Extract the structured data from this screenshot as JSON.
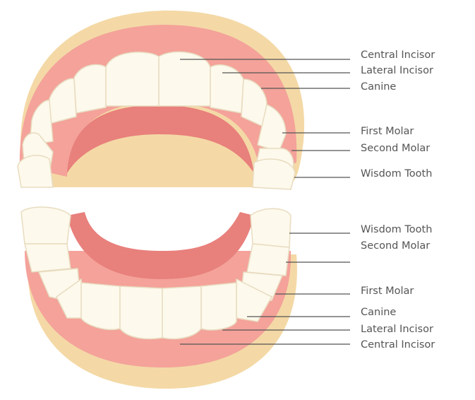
{
  "upper_jaw": {
    "labels": [
      "Central Incisor",
      "Lateral Incisor",
      "Canine",
      "First Molar",
      "Second Molar",
      "Wisdom Tooth"
    ]
  },
  "lower_jaw": {
    "labels": [
      "Wisdom Tooth",
      "Second Molar",
      "First Molar",
      "Canine",
      "Lateral Incisor",
      "Central Incisor"
    ]
  },
  "colors": {
    "base": "#f4d9a6",
    "gum": "#f4a29a",
    "gum_dark": "#e8807c",
    "tooth": "#fdf9ec",
    "tooth_edge": "#e8dcc0",
    "line": "#555555"
  }
}
